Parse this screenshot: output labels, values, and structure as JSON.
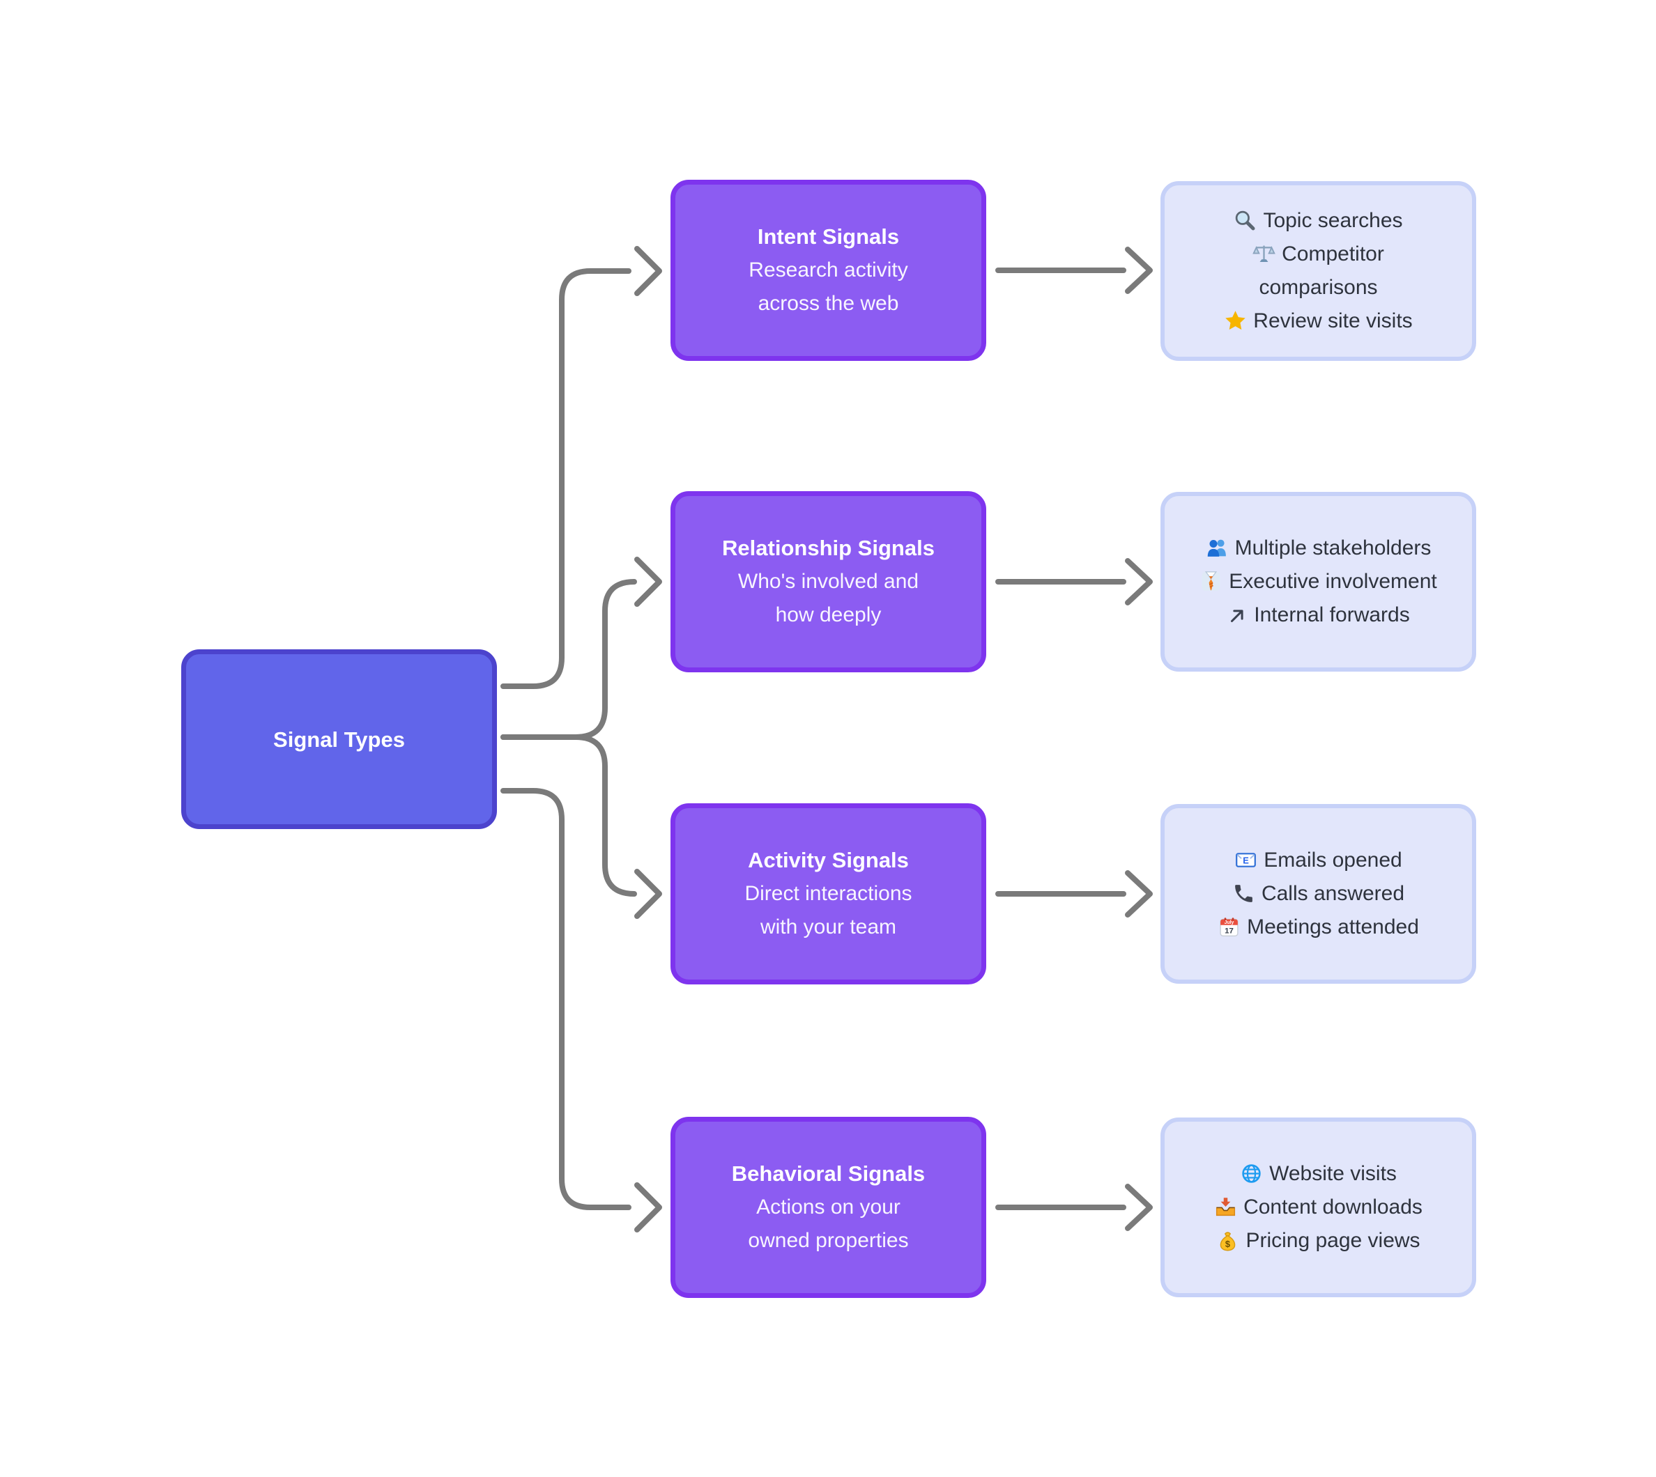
{
  "diagram": {
    "root": {
      "label": "Signal Types"
    },
    "rows": [
      {
        "id": "intent",
        "category": {
          "title": "Intent Signals",
          "description": "Research activity across the web"
        },
        "examples": [
          {
            "icon": "magnifying-glass-icon",
            "label": "Topic searches"
          },
          {
            "icon": "balance-scale-icon",
            "label": "Competitor comparisons"
          },
          {
            "icon": "star-icon",
            "label": "Review site visits"
          }
        ]
      },
      {
        "id": "relationship",
        "category": {
          "title": "Relationship Signals",
          "description": "Who's involved and how deeply"
        },
        "examples": [
          {
            "icon": "two-people-icon",
            "label": "Multiple stakeholders"
          },
          {
            "icon": "necktie-icon",
            "label": "Executive involvement"
          },
          {
            "icon": "arrow-up-right-icon",
            "label": "Internal forwards"
          }
        ]
      },
      {
        "id": "activity",
        "category": {
          "title": "Activity Signals",
          "description": "Direct interactions with your team"
        },
        "examples": [
          {
            "icon": "email-icon",
            "label": "Emails opened"
          },
          {
            "icon": "phone-icon",
            "label": "Calls answered"
          },
          {
            "icon": "calendar-icon",
            "label": "Meetings attended"
          }
        ]
      },
      {
        "id": "behavioral",
        "category": {
          "title": "Behavioral Signals",
          "description": "Actions on your owned properties"
        },
        "examples": [
          {
            "icon": "globe-icon",
            "label": "Website visits"
          },
          {
            "icon": "inbox-tray-icon",
            "label": "Content downloads"
          },
          {
            "icon": "money-bag-icon",
            "label": "Pricing page views"
          }
        ]
      }
    ],
    "icon_text": {
      "calendar_month": "July",
      "calendar_day": "17",
      "email_letter": "E",
      "money_symbol": "$"
    },
    "colors": {
      "root_fill": "#6165ea",
      "root_border": "#4c43cd",
      "category_fill": "#8c5cf2",
      "category_border": "#7e34ee",
      "examples_fill": "#e2e6fb",
      "examples_border": "#c6d1f8",
      "connector": "#7a7a7a",
      "text_dark": "#2e333d",
      "text_light": "#ffffff"
    }
  }
}
